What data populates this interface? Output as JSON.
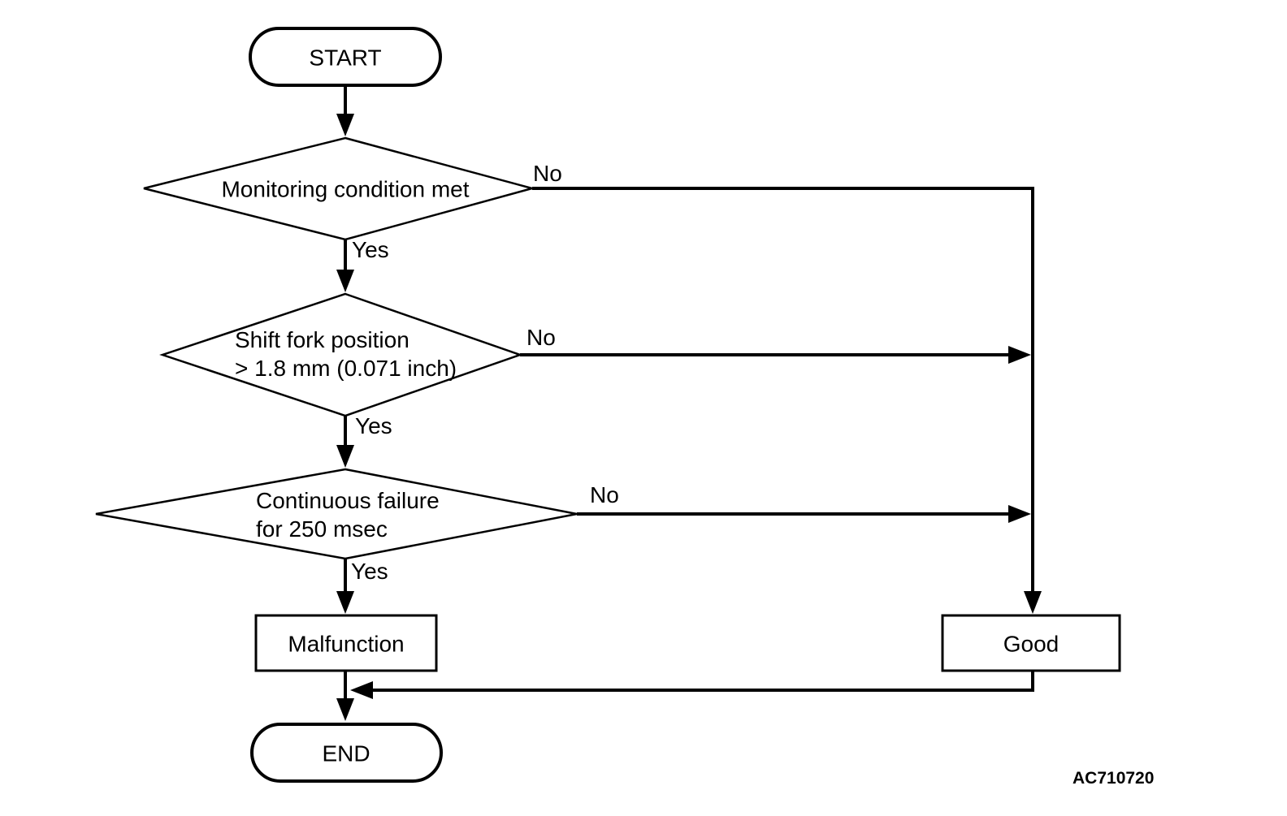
{
  "diagram": {
    "type": "flowchart",
    "background_color": "#ffffff",
    "line_color": "#000000",
    "nodes": {
      "start": {
        "shape": "terminator",
        "label": "START"
      },
      "monitoring": {
        "shape": "decision",
        "label": "Monitoring condition met",
        "yes_label": "Yes",
        "no_label": "No"
      },
      "shift_fork": {
        "shape": "decision",
        "label_line1": "Shift fork position",
        "label_line2": "> 1.8 mm (0.071 inch)",
        "yes_label": "Yes",
        "no_label": "No"
      },
      "continuous_failure": {
        "shape": "decision",
        "label_line1": "Continuous failure",
        "label_line2": "for 250 msec",
        "yes_label": "Yes",
        "no_label": "No"
      },
      "malfunction": {
        "shape": "process",
        "label": "Malfunction"
      },
      "good": {
        "shape": "process",
        "label": "Good"
      },
      "end": {
        "shape": "terminator",
        "label": "END"
      }
    },
    "edges": [
      {
        "from": "START",
        "to": "Monitoring condition met",
        "label": ""
      },
      {
        "from": "Monitoring condition met",
        "to": "Shift fork position > 1.8 mm (0.071 inch)",
        "label": "Yes"
      },
      {
        "from": "Monitoring condition met",
        "to": "Good",
        "label": "No"
      },
      {
        "from": "Shift fork position > 1.8 mm (0.071 inch)",
        "to": "Continuous failure for 250 msec",
        "label": "Yes"
      },
      {
        "from": "Shift fork position > 1.8 mm (0.071 inch)",
        "to": "Good",
        "label": "No"
      },
      {
        "from": "Continuous failure for 250 msec",
        "to": "Malfunction",
        "label": "Yes"
      },
      {
        "from": "Continuous failure for 250 msec",
        "to": "Good",
        "label": "No"
      },
      {
        "from": "Malfunction",
        "to": "END",
        "label": ""
      },
      {
        "from": "Good",
        "to": "END",
        "label": ""
      }
    ],
    "figure_code": "AC710720"
  }
}
